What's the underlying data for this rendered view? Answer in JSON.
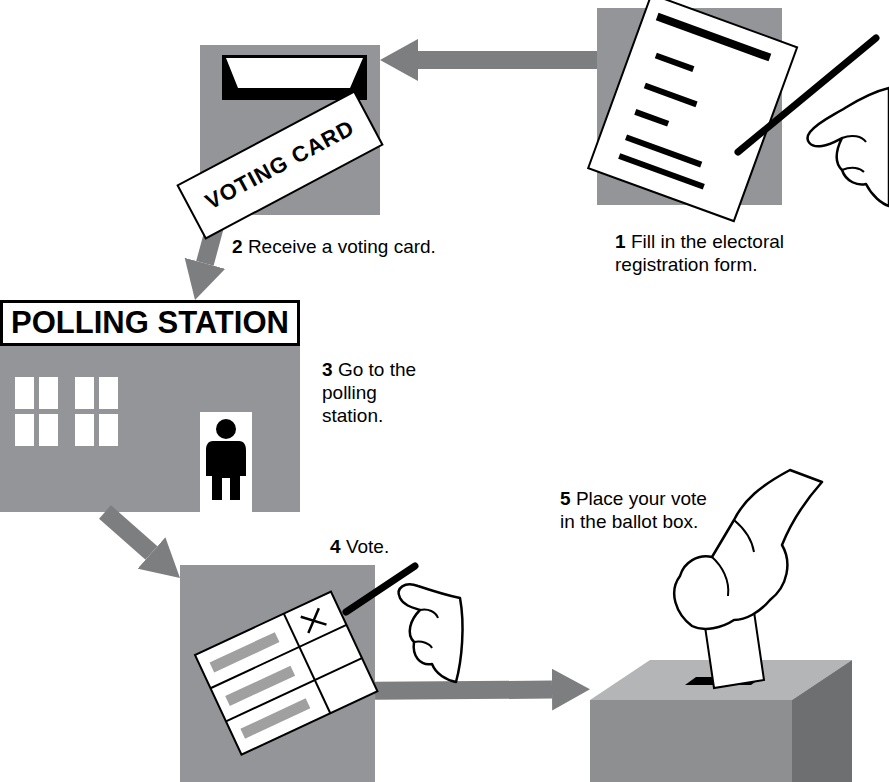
{
  "diagram": {
    "nodes": [
      {
        "text": [
          "1",
          "Fill in the electoral registration form."
        ]
      },
      {
        "text": [
          "VOTING CARD",
          "2",
          "Receive a voting card."
        ]
      },
      {
        "text": [
          "POLLING STATION",
          "3",
          "Go to the polling station."
        ]
      },
      {
        "text": [
          "4",
          "Vote."
        ]
      },
      {
        "text": [
          "5",
          "Place your vote in the ballot box."
        ]
      }
    ],
    "edges": [
      {
        "from": 0,
        "to": 1,
        "arrow": "to"
      },
      {
        "from": 1,
        "to": 2,
        "arrow": "to"
      },
      {
        "from": 2,
        "to": 3,
        "arrow": "to"
      },
      {
        "from": 3,
        "to": 4,
        "arrow": "to"
      }
    ]
  }
}
